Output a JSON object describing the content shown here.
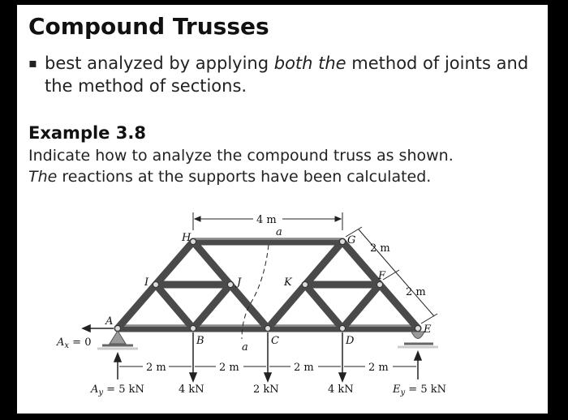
{
  "slide": {
    "title": "Compound Trusses",
    "bullet": {
      "mark": "▪",
      "pre": "best analyzed by applying ",
      "em": "both the",
      "post": " method of joints and the method of sections."
    },
    "example": {
      "title": "Example 3.8",
      "pre": "Indicate how to analyze the compound truss as shown. ",
      "em": "The",
      "post": " reactions at the supports have been calculated."
    }
  },
  "figure": {
    "nodes": [
      "A",
      "B",
      "C",
      "D",
      "E",
      "F",
      "G",
      "H",
      "I",
      "J",
      "K"
    ],
    "section_label": "a",
    "dimensions": {
      "top_span": "4 m",
      "bottom_spans": [
        "2 m",
        "2 m",
        "2 m",
        "2 m"
      ],
      "side_upper": "2 m",
      "side_lower": "2 m"
    },
    "reactions": {
      "Ax": "A",
      "Ax_sub": "x",
      "Ax_value": " = 0",
      "Ay": "A",
      "Ay_sub": "y",
      "Ay_value": " = 5 kN",
      "Ey": "E",
      "Ey_sub": "y",
      "Ey_value": " = 5 kN"
    },
    "loads": [
      "4 kN",
      "2 kN",
      "4 kN"
    ],
    "colors": {
      "member": "#4a4a4a",
      "member_light": "#8a8a8a",
      "support": "#9a9a9a"
    }
  }
}
